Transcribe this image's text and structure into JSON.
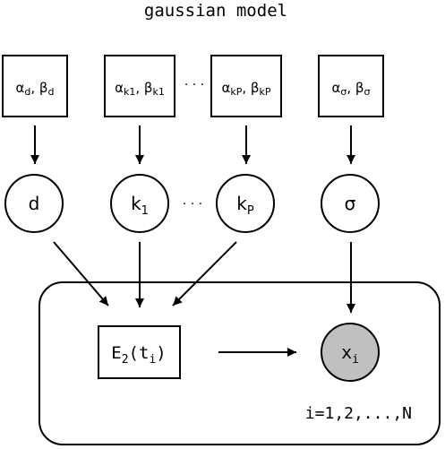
{
  "title": "gaussian model",
  "priors": [
    {
      "alpha": "α",
      "alpha_sub": "d",
      "beta": "β",
      "beta_sub": "d"
    },
    {
      "alpha": "α",
      "alpha_sub": "k1",
      "beta": "β",
      "beta_sub": "k1"
    },
    {
      "alpha": "α",
      "alpha_sub": "kP",
      "beta": "β",
      "beta_sub": "kP"
    },
    {
      "alpha": "α",
      "alpha_sub": "σ",
      "beta": "β",
      "beta_sub": "σ"
    }
  ],
  "ellipsis": "· · ·",
  "nodes": {
    "d": {
      "label": "d",
      "sub": ""
    },
    "k1": {
      "label": "k",
      "sub": "1"
    },
    "kP": {
      "label": "k",
      "sub": "P"
    },
    "sigma": {
      "label": "σ",
      "sub": ""
    }
  },
  "expectation": {
    "label": "E",
    "sub": "2",
    "arg_open": "(t",
    "arg_sub": "i",
    "arg_close": ")"
  },
  "observed": {
    "label": "x",
    "sub": "i",
    "fill": "#c0c0c0"
  },
  "plate_label": "i=1,2,...,N"
}
